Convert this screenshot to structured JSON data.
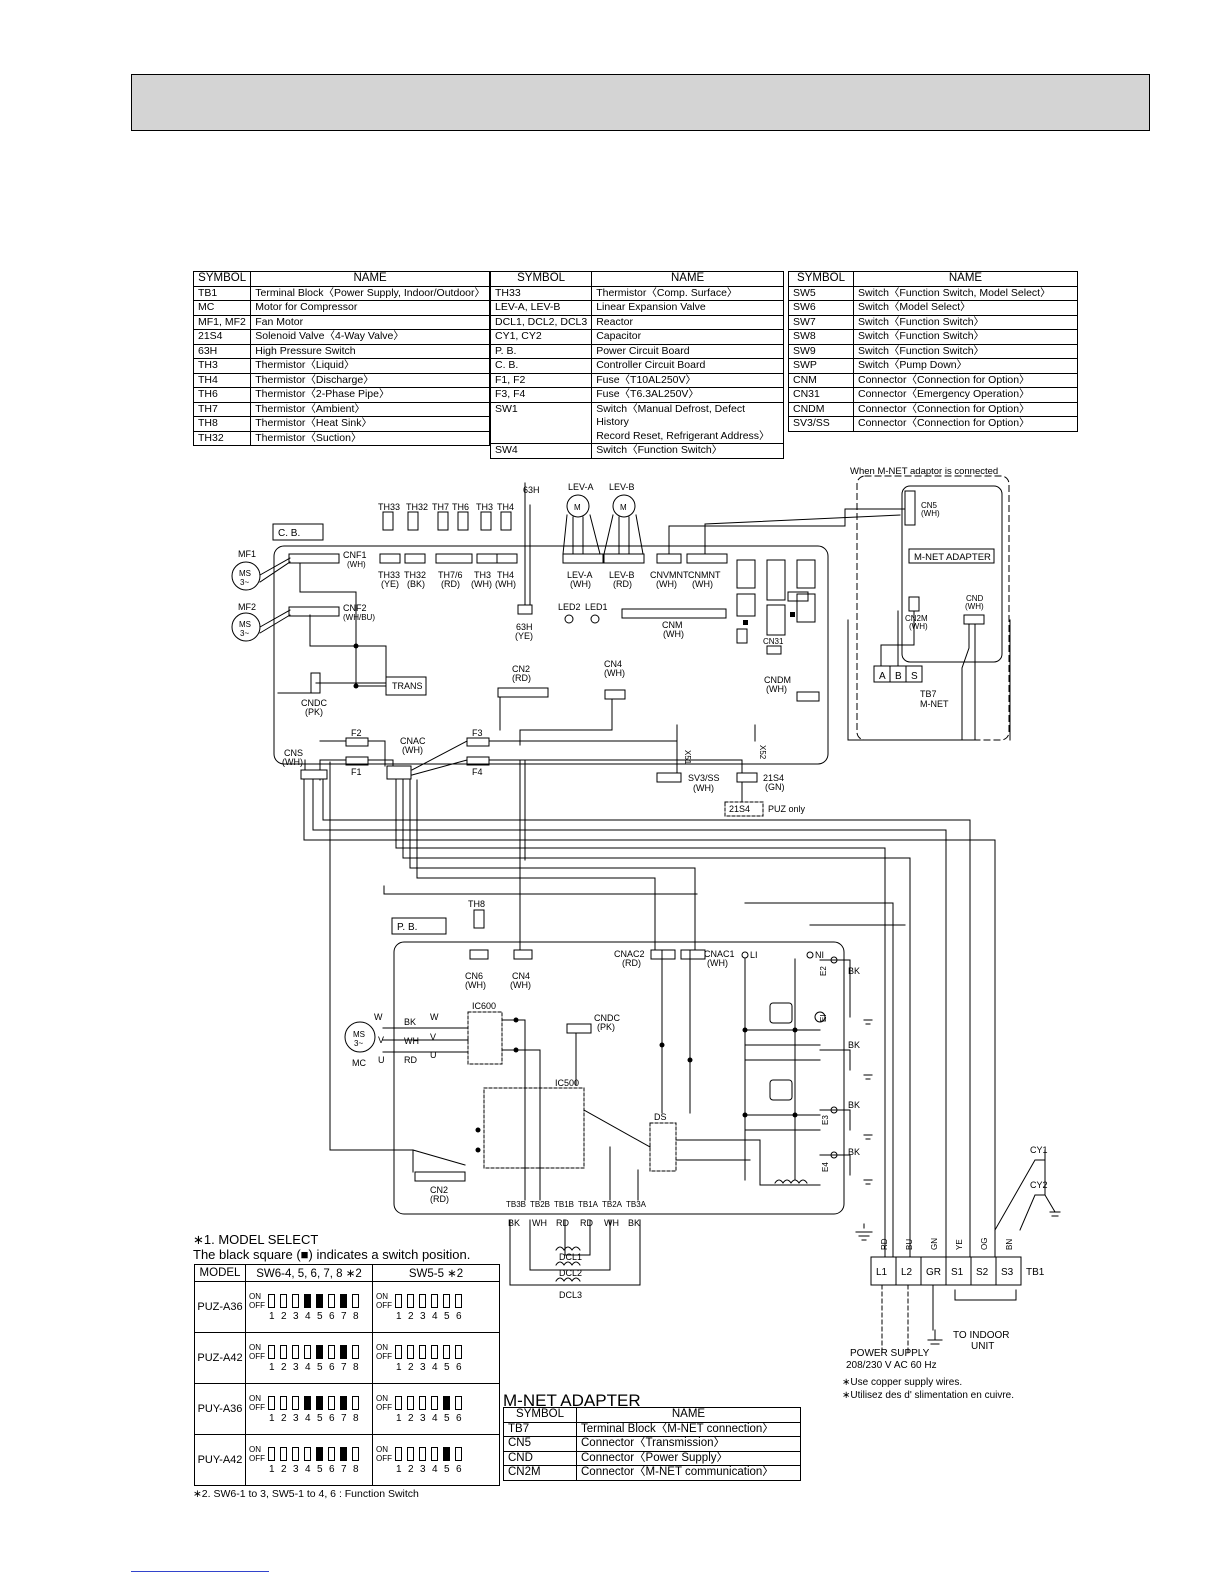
{
  "tables": {
    "cb_table_1": {
      "headers": [
        "SYMBOL",
        "NAME"
      ],
      "rows": [
        [
          "TB1",
          "Terminal Block〈Power Supply, Indoor/Outdoor〉"
        ],
        [
          "MC",
          "Motor for Compressor"
        ],
        [
          "MF1, MF2",
          "Fan Motor"
        ],
        [
          "21S4",
          "Solenoid Valve〈4-Way Valve〉"
        ],
        [
          "63H",
          "High Pressure Switch"
        ],
        [
          "TH3",
          "Thermistor〈Liquid〉"
        ],
        [
          "TH4",
          "Thermistor〈Discharge〉"
        ],
        [
          "TH6",
          "Thermistor〈2-Phase Pipe〉"
        ],
        [
          "TH7",
          "Thermistor〈Ambient〉"
        ],
        [
          "TH8",
          "Thermistor〈Heat Sink〉"
        ],
        [
          "TH32",
          "Thermistor〈Suction〉"
        ]
      ]
    },
    "cb_table_2": {
      "headers": [
        "SYMBOL",
        "NAME"
      ],
      "rows": [
        [
          "TH33",
          "Thermistor〈Comp. Surface〉"
        ],
        [
          "LEV-A, LEV-B",
          "Linear Expansion Valve"
        ],
        [
          "DCL1, DCL2, DCL3",
          "Reactor"
        ],
        [
          "CY1, CY2",
          "Capacitor"
        ],
        [
          "P. B.",
          "Power Circuit Board"
        ],
        [
          "C. B.",
          "Controller Circuit Board"
        ],
        [
          "F1, F2",
          "Fuse〈T10AL250V〉"
        ],
        [
          "F3, F4",
          "Fuse〈T6.3AL250V〉"
        ],
        [
          "SW1",
          "Switch〈Manual Defrost, Defect History\n Record Reset, Refrigerant Address〉"
        ],
        [
          "SW4",
          "Switch〈Function Switch〉"
        ]
      ]
    },
    "cb_table_3": {
      "headers": [
        "SYMBOL",
        "NAME"
      ],
      "rows": [
        [
          "SW5",
          "Switch〈Function Switch, Model Select〉"
        ],
        [
          "SW6",
          "Switch〈Model Select〉"
        ],
        [
          "SW7",
          "Switch〈Function Switch〉"
        ],
        [
          "SW8",
          "Switch〈Function Switch〉"
        ],
        [
          "SW9",
          "Switch〈Function Switch〉"
        ],
        [
          "SWP",
          "Switch〈Pump Down〉"
        ],
        [
          "CNM",
          "Connector〈Connection for Option〉"
        ],
        [
          "CN31",
          "Connector〈Emergency Operation〉"
        ],
        [
          "CNDM",
          "Connector〈Connection for Option〉"
        ],
        [
          "SV3/SS",
          "Connector〈Connection for Option〉"
        ]
      ]
    },
    "mnet_table": {
      "title": "M-NET ADAPTER",
      "headers": [
        "SYMBOL",
        "NAME"
      ],
      "rows": [
        [
          "TB7",
          "Terminal Block〈M-NET connection〉"
        ],
        [
          "CN5",
          "Connector〈Transmission〉"
        ],
        [
          "CND",
          "Connector〈Power Supply〉"
        ],
        [
          "CN2M",
          "Connector〈M-NET communication〉"
        ]
      ]
    }
  },
  "model_select": {
    "title": "∗1. MODEL SELECT",
    "subtitle": "The black square (■) indicates a switch position.",
    "headers": [
      "MODEL",
      "SW6-4, 5, 6, 7, 8 ∗2",
      "SW5-5 ∗2"
    ],
    "on_label": "ON",
    "off_label": "OFF",
    "rows": [
      {
        "model": "PUZ-A36",
        "sw6": [
          0,
          0,
          0,
          1,
          1,
          0,
          1,
          0
        ],
        "sw5": [
          0,
          0,
          0,
          0,
          0,
          0
        ]
      },
      {
        "model": "PUZ-A42",
        "sw6": [
          0,
          0,
          0,
          0,
          1,
          0,
          1,
          0
        ],
        "sw5": [
          0,
          0,
          0,
          0,
          0,
          0
        ]
      },
      {
        "model": "PUY-A36",
        "sw6": [
          0,
          0,
          0,
          1,
          1,
          0,
          1,
          0
        ],
        "sw5": [
          0,
          0,
          0,
          0,
          1,
          0
        ]
      },
      {
        "model": "PUY-A42",
        "sw6": [
          0,
          0,
          0,
          0,
          1,
          0,
          1,
          0
        ],
        "sw5": [
          0,
          0,
          0,
          0,
          1,
          0
        ]
      }
    ],
    "footnote": "∗2. SW6-1 to 3, SW5-1 to 4, 6 : Function Switch"
  },
  "diagram": {
    "mnet_note": "When M-NET adaptor is connected",
    "mnet_adapter_label": "M-NET ADAPTER",
    "mnet_label": "M-NET",
    "cb_label": "C. B.",
    "pb_label": "P. B.",
    "puz_only": "PUZ only",
    "trans": "TRANS",
    "power_supply": "POWER SUPPLY",
    "power_spec": "208/230 V AC 60 Hz",
    "to_indoor": "TO INDOOR",
    "unit": "UNIT",
    "note_en": "∗Use copper supply wires.",
    "note_fr": "∗Utilisez des d' slimentation en cuivre.",
    "tb1_terminals": [
      "L1",
      "L2",
      "GR",
      "S1",
      "S2",
      "S3"
    ],
    "tb1_label": "TB1",
    "tb1_wire_colors": [
      "RD",
      "BU",
      "GN",
      "YE",
      "OG",
      "BN"
    ],
    "pb_terminals": [
      "TB3B",
      "TB2B",
      "TB1B",
      "TB1A",
      "TB2A",
      "TB3A"
    ],
    "pb_wire_colors": [
      "BK",
      "WH",
      "RD",
      "RD",
      "WH",
      "BK"
    ],
    "reactors": [
      "DCL1",
      "DCL2",
      "DCL3"
    ],
    "tb7_terminals": [
      "A",
      "B",
      "S"
    ],
    "labels": {
      "mf1": "MF1",
      "mf2": "MF2",
      "ms": "MS",
      "ms3": "3~",
      "mc": "MC",
      "th33": "TH33",
      "th32": "TH32",
      "th7": "TH7",
      "th6": "TH6",
      "th3": "TH3",
      "th4": "TH4",
      "th8": "TH8",
      "h63": "63H",
      "leva": "LEV-A",
      "levb": "LEV-B",
      "m": "M",
      "cnf1": "CNF1",
      "cnf1c": "(WH)",
      "cnf2": "CNF2",
      "cnf2c": "(WH/BU)",
      "th33c": "TH33",
      "th33cc": "(YE)",
      "th32c": "TH32",
      "th32cc": "(BK)",
      "th76c": "TH7/6",
      "th76cc": "(RD)",
      "th3c": "TH3",
      "th3cc": "(WH)",
      "th4c": "TH4",
      "th4cc": "(WH)",
      "h63c": "63H",
      "h63cc": "(YE)",
      "levac": "LEV-A",
      "levacc": "(WH)",
      "levbc": "LEV-B",
      "levbcc": "(RD)",
      "cnvmnt": "CNVMNT",
      "cnvmntc": "(WH)",
      "cnmnt": "CNMNT",
      "cnmntc": "(WH)",
      "led2": "LED2",
      "led1": "LED1",
      "cnm": "CNM",
      "cnmc": "(WH)",
      "cn31": "CN31",
      "cndm": "CNDM",
      "cndmc": "(WH)",
      "cn2": "CN2",
      "cn2c": "(RD)",
      "cn4": "CN4",
      "cn4c": "(WH)",
      "cndc": "CNDC",
      "cndcc": "(PK)",
      "cns": "CNS",
      "cnsc": "(WH)",
      "cnac": "CNAC",
      "cnacc": "(WH)",
      "f1": "F1",
      "f2": "F2",
      "f3": "F3",
      "f4": "F4",
      "x51": "X51",
      "x52": "X52",
      "sv3": "SV3/SS",
      "sv3c": "(WH)",
      "s21s4": "21S4",
      "s21s4c": "(GN)",
      "cn5": "CN5",
      "cn5c": "(WH)",
      "cn2m": "CN2M",
      "cn2mc": "(WH)",
      "cnd": "CND",
      "cndwh": "(WH)",
      "tb7": "TB7",
      "cn6": "CN6",
      "cn6c": "(WH)",
      "cnac2": "CNAC2",
      "cnac2c": "(RD)",
      "cnac1": "CNAC1",
      "cnac1c": "(WH)",
      "li": "LI",
      "ni": "NI",
      "e1": "EI",
      "e2": "E2",
      "e3": "E3",
      "e4": "E4",
      "bk": "BK",
      "ic600": "IC600",
      "ic500": "IC500",
      "ds": "DS",
      "cy1": "CY1",
      "cy2": "CY2",
      "w": "W",
      "v": "V",
      "u": "U",
      "wh": "WH",
      "rd": "RD"
    }
  }
}
